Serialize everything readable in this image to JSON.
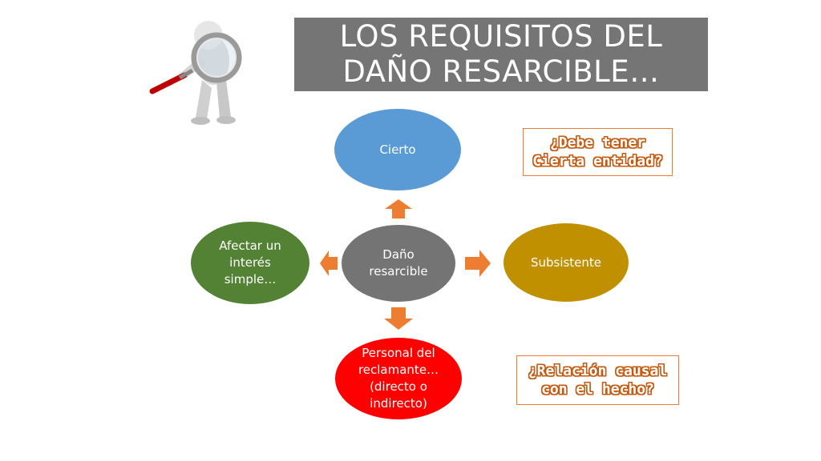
{
  "title": {
    "line1": "LOS REQUISITOS DEL",
    "line2": "DAÑO RESARCIBLE…"
  },
  "diagram": {
    "center": {
      "line1": "Daño",
      "line2": "resarcible",
      "color": "#747474"
    },
    "top": {
      "label": "Cierto",
      "color": "#5a9bd5"
    },
    "right": {
      "label": "Subsistente",
      "color": "#c09000"
    },
    "left": {
      "line1": "Afectar un",
      "line2": "interés",
      "line3": "simple…",
      "color": "#548235"
    },
    "bottom": {
      "line1": "Personal del",
      "line2": "reclamante…",
      "line3": "(directo o",
      "line4": "indirecto)",
      "color": "#ff0000"
    },
    "arrow_color": "#ed7d31"
  },
  "questions": {
    "top": {
      "line1": "¿Debe tener",
      "line2": "Cierta entidad?"
    },
    "bottom": {
      "line1": "¿Relación causal",
      "line2": "con el hecho?"
    }
  },
  "figure_icon": "person-with-magnifying-glass-icon"
}
